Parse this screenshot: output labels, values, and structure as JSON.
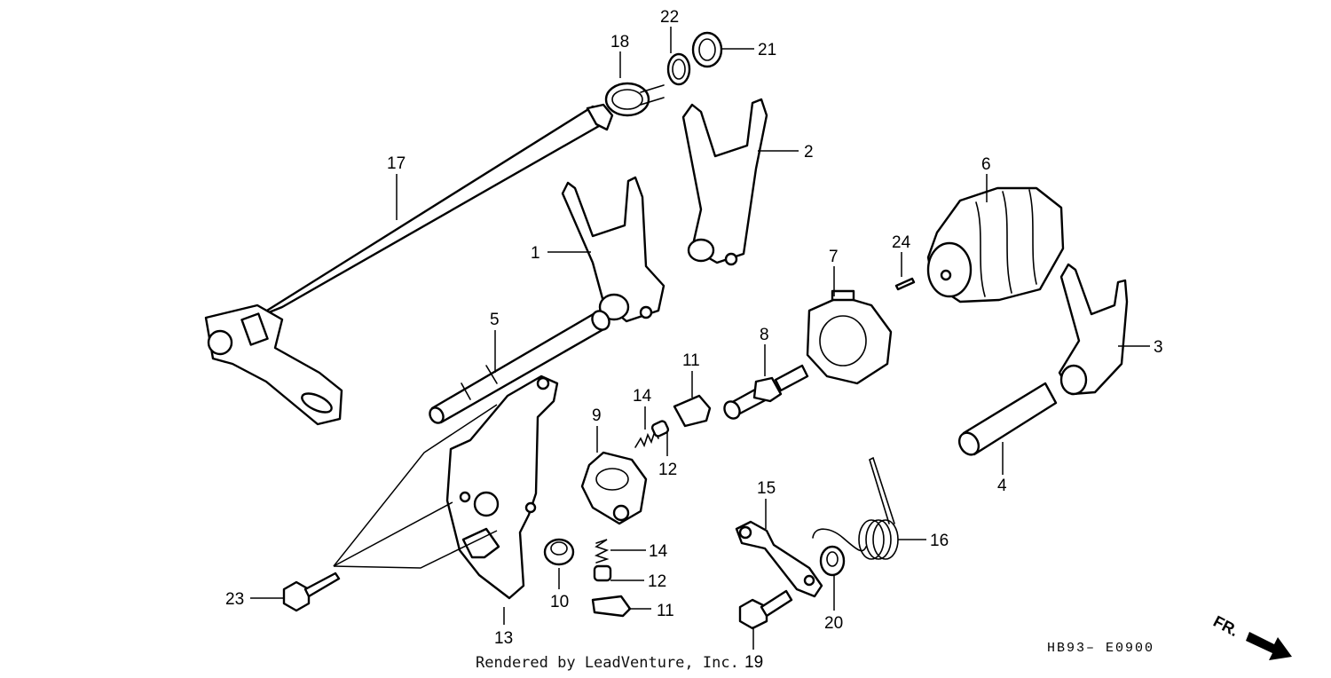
{
  "callouts": [
    {
      "n": "1"
    },
    {
      "n": "2"
    },
    {
      "n": "3"
    },
    {
      "n": "4"
    },
    {
      "n": "5"
    },
    {
      "n": "6"
    },
    {
      "n": "7"
    },
    {
      "n": "8"
    },
    {
      "n": "9"
    },
    {
      "n": "10"
    },
    {
      "n": "11"
    },
    {
      "n": "11"
    },
    {
      "n": "12"
    },
    {
      "n": "12"
    },
    {
      "n": "13"
    },
    {
      "n": "14"
    },
    {
      "n": "14"
    },
    {
      "n": "15"
    },
    {
      "n": "16"
    },
    {
      "n": "17"
    },
    {
      "n": "18"
    },
    {
      "n": "19"
    },
    {
      "n": "20"
    },
    {
      "n": "21"
    },
    {
      "n": "22"
    },
    {
      "n": "23"
    },
    {
      "n": "24"
    }
  ],
  "diagram_code": "HB93– E0900",
  "credit": "Rendered by LeadVenture, Inc.",
  "front_arrow_label": "FR."
}
